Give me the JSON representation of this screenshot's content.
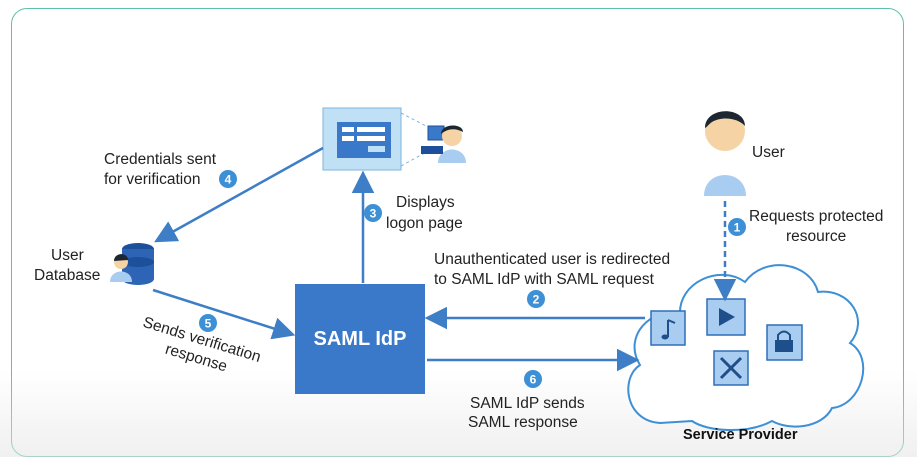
{
  "nodes": {
    "user": "User",
    "user_database_line1": "User",
    "user_database_line2": "Database",
    "saml_idp": "SAML IdP",
    "service_provider": "Service Provider"
  },
  "steps": [
    {
      "badge": "1",
      "line1": "Requests protected",
      "line2": "resource"
    },
    {
      "badge": "2",
      "line1": "Unauthenticated user is redirected",
      "line2": "to SAML IdP with SAML request"
    },
    {
      "badge": "3",
      "line1": "Displays",
      "line2": "logon page"
    },
    {
      "badge": "4",
      "line1": "Credentials sent",
      "line2": "for verification"
    },
    {
      "badge": "5",
      "line1": "Sends verification",
      "line2": "response"
    },
    {
      "badge": "6",
      "line1": "SAML IdP sends",
      "line2": "SAML response"
    }
  ],
  "colors": {
    "arrow": "#3d7ec6",
    "badge": "#3d8fd6",
    "idp_box": "#3a78c9",
    "cloud_stroke": "#3d8fd6",
    "tile_fill": "#a9cdf0",
    "frame": "#5fbfa8"
  },
  "icons": [
    "user-icon",
    "database-icon",
    "logon-screen-icon",
    "cloud-icon",
    "music-note-icon",
    "play-icon",
    "lock-icon",
    "tools-icon"
  ]
}
